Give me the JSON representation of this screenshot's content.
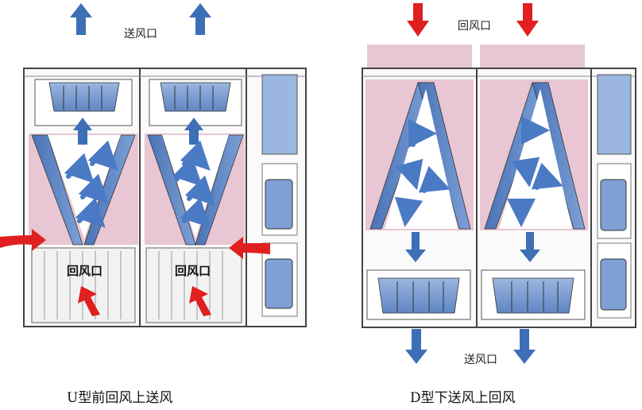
{
  "left_unit": {
    "top_label": "送风口",
    "return_label_1": "回风口",
    "return_label_2": "回风口",
    "caption": "U型前回风上送风"
  },
  "right_unit": {
    "top_label": "回风口",
    "bottom_label": "送风口",
    "caption": "D型下送风上回风"
  },
  "colors": {
    "supply_arrow": "#3d6fb6",
    "return_arrow": "#e02020",
    "pink_zone": "#e8c6d3",
    "coil_blue": "#5b86c4",
    "fan_blue": "#7ea0d3",
    "frame": "#444444"
  }
}
